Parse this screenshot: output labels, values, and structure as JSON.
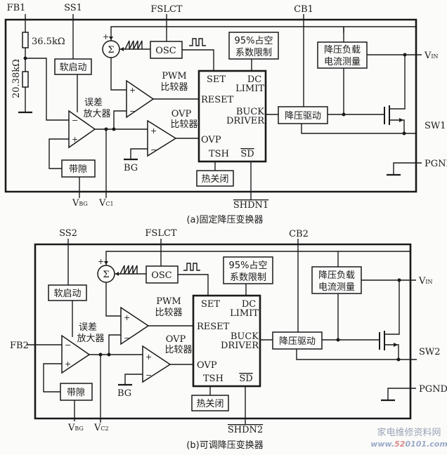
{
  "diagram_a": {
    "caption": "(a)固定降压变换器",
    "pins": {
      "fb": "FB1",
      "ss": "SS1",
      "fslct": "FSLCT",
      "cb": "CB1",
      "vin": "V",
      "vin_sub": "IN",
      "sw": "SW1",
      "pgnd": "PGND",
      "vbg": "V",
      "vbg_sub": "BG",
      "vc": "V",
      "vc_sub": "C1",
      "shdn": "SHDN1"
    },
    "resistors": {
      "r1": "36.5kΩ",
      "r2": "20.38kΩ"
    },
    "blocks": {
      "soft_start": "软启动",
      "bandgap": "带隙",
      "osc": "OSC",
      "sigma": "Σ",
      "duty_limit_1": "95%占空",
      "duty_limit_2": "系数限制",
      "current_sense_1": "降压负载",
      "current_sense_2": "电流测量",
      "buck_drive": "降压驱动",
      "thermal": "热关闭",
      "error_amp_1": "误差",
      "error_amp_2": "放大器",
      "pwm_1": "PWM",
      "pwm_2": "比较器",
      "ovp_1": "OVP",
      "ovp_2": "比较器",
      "bg_ref": "BG"
    },
    "logic": {
      "set": "SET",
      "reset": "RESET",
      "ovp": "OVP",
      "tsh": "TSH",
      "dc": "DC",
      "limit": "LIMIT",
      "buck": "BUCK",
      "driver": "DRIVER",
      "sd": "SD"
    }
  },
  "diagram_b": {
    "caption": "(b)可调降压变换器",
    "pins": {
      "fb": "FB2",
      "ss": "SS2",
      "fslct": "FSLCT",
      "cb": "CB2",
      "vin": "V",
      "vin_sub": "IN",
      "sw": "SW2",
      "pgnd": "PGND",
      "vbg": "V",
      "vbg_sub": "BG",
      "vc": "V",
      "vc_sub": "C2",
      "shdn": "SHDN2"
    },
    "blocks": {
      "soft_start": "软启动",
      "bandgap": "带隙",
      "osc": "OSC",
      "sigma": "Σ",
      "duty_limit_1": "95%占空",
      "duty_limit_2": "系数限制",
      "current_sense_1": "降压负载",
      "current_sense_2": "电流测量",
      "buck_drive": "降压驱动",
      "thermal": "热关闭",
      "error_amp_1": "误差",
      "error_amp_2": "放大器",
      "pwm_1": "PWM",
      "pwm_2": "比较器",
      "ovp_1": "OVP",
      "ovp_2": "比较器",
      "bg_ref": "BG"
    },
    "logic": {
      "set": "SET",
      "reset": "RESET",
      "ovp": "OVP",
      "tsh": "TSH",
      "dc": "DC",
      "limit": "LIMIT",
      "buck": "BUCK",
      "driver": "DRIVER",
      "sd": "SD"
    }
  },
  "symbols": {
    "plus": "+",
    "minus": "−"
  },
  "watermark": {
    "line1": "家电维修资料网",
    "line2_a": "www.",
    "line2_b": "52",
    "line2_c": "0101.com"
  }
}
